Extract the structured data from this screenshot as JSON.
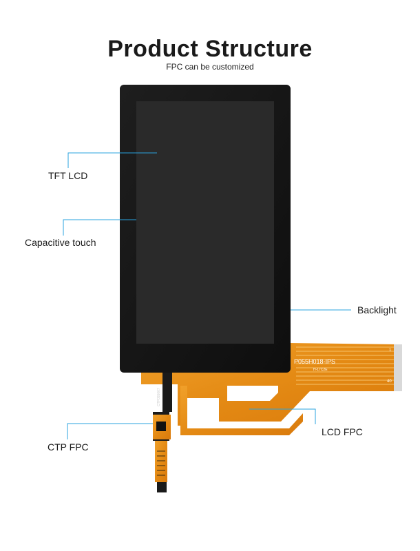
{
  "header": {
    "title": "Product Structure",
    "subtitle": "FPC can be customized"
  },
  "callouts": {
    "tft_lcd": "TFT LCD",
    "capacitive_touch": "Capacitive touch",
    "backlight": "Backlight",
    "ctp_fpc": "CTP FPC",
    "lcd_fpc": "LCD FPC"
  },
  "fpc_markings": {
    "lcd_fpc_part": "P055H018-IPS",
    "lcd_fpc_small": "H-17C2E",
    "pin_1": "1",
    "pin_40": "40",
    "ctp_fpc_part": "CTP055007"
  },
  "colors": {
    "leader_line": "#29a3df",
    "panel": "#151515",
    "screen": "#2b2b2b",
    "fpc": "#e7931c"
  }
}
